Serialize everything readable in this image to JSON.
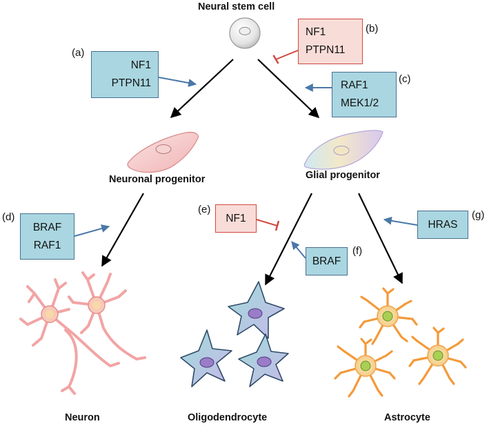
{
  "titles": {
    "stem": "Neural stem cell",
    "neuronal_progenitor": "Neuronal progenitor",
    "glial_progenitor": "Glial progenitor",
    "neuron": "Neuron",
    "oligodendrocyte": "Oligodendrocyte",
    "astrocyte": "Astrocyte"
  },
  "boxes": {
    "a": {
      "letter": "(a)",
      "lines": [
        "NF1",
        "PTPN11"
      ],
      "effect": "promote"
    },
    "b": {
      "letter": "(b)",
      "lines": [
        "NF1",
        "PTPN11"
      ],
      "effect": "inhibit"
    },
    "c": {
      "letter": "(c)",
      "lines": [
        "RAF1",
        "MEK1/2"
      ],
      "effect": "promote"
    },
    "d": {
      "letter": "(d)",
      "lines": [
        "BRAF",
        "RAF1"
      ],
      "effect": "promote"
    },
    "e": {
      "letter": "(e)",
      "lines": [
        "NF1"
      ],
      "effect": "inhibit"
    },
    "f": {
      "letter": "(f)",
      "lines": [
        "BRAF"
      ],
      "effect": "promote"
    },
    "g": {
      "letter": "(g)",
      "lines": [
        "HRAS"
      ],
      "effect": "promote"
    }
  },
  "colors": {
    "promote_box_fill": "#a9d6e0",
    "promote_border": "#4a6f90",
    "inhibit_box_fill": "#f8dcd8",
    "inhibit_border": "#d2473f",
    "lineage_arrow": "#000000",
    "neuron": "#f4a7a7",
    "oligodendrocyte": "#a7dede",
    "astrocyte": "#f6b56a"
  }
}
